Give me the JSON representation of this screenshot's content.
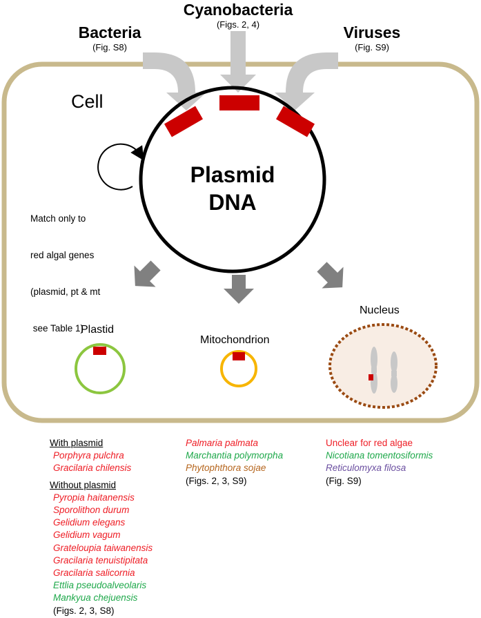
{
  "sources": {
    "bacteria": {
      "name": "Bacteria",
      "ref": "(Fig. S8)"
    },
    "cyanobacteria": {
      "name": "Cyanobacteria",
      "ref": "(Figs. 2, 4)"
    },
    "viruses": {
      "name": "Viruses",
      "ref": "(Fig. S9)"
    }
  },
  "cell_label": "Cell",
  "plasmid": {
    "line1": "Plasmid",
    "line2": "DNA"
  },
  "match_note": [
    "Match only to",
    "red algal genes",
    "(plasmid, pt & mt",
    " see Table 1)"
  ],
  "organelles": {
    "plastid": "Plastid",
    "mitochondrion": "Mitochondrion",
    "nucleus": "Nucleus"
  },
  "plastid_list": {
    "with_header": "With plasmid",
    "with_species": [
      {
        "name": "Porphyra pulchra",
        "color": "#ee1c24"
      },
      {
        "name": "Gracilaria chilensis",
        "color": "#ee1c24"
      }
    ],
    "without_header": "Without plasmid",
    "without_species": [
      {
        "name": "Pyropia haitanensis",
        "color": "#ee1c24"
      },
      {
        "name": "Sporolithon durum",
        "color": "#ee1c24"
      },
      {
        "name": "Gelidium elegans",
        "color": "#ee1c24"
      },
      {
        "name": "Gelidium vagum",
        "color": "#ee1c24"
      },
      {
        "name": "Grateloupia taiwanensis",
        "color": "#ee1c24"
      },
      {
        "name": "Gracilaria tenuistipitata",
        "color": "#ee1c24"
      },
      {
        "name": "Gracilaria salicornia",
        "color": "#ee1c24"
      },
      {
        "name": "Ettlia pseudoalveolaris",
        "color": "#1ea84a"
      },
      {
        "name": "Mankyua chejuensis",
        "color": "#1ea84a"
      }
    ],
    "ref": "(Figs. 2, 3, S8)"
  },
  "mito_list": {
    "species": [
      {
        "name": "Palmaria palmata",
        "color": "#ee1c24"
      },
      {
        "name": "Marchantia polymorpha",
        "color": "#1ea84a"
      },
      {
        "name": "Phytophthora sojae",
        "color": "#b5651d"
      }
    ],
    "ref": "(Figs. 2, 3, S9)"
  },
  "nucleus_list": {
    "header": "Unclear for red algae",
    "header_color": "#ee1c24",
    "species": [
      {
        "name": "Nicotiana tomentosiformis",
        "color": "#1ea84a"
      },
      {
        "name": "Reticulomyxa filosa",
        "color": "#6b4fa0"
      }
    ],
    "ref": "(Fig. S9)"
  },
  "colors": {
    "cell_border": "#c8b98c",
    "insert_red": "#cc0000",
    "inflow_arrow": "#c8c8c8",
    "outflow_arrow": "#808080",
    "plastid_ring": "#8cc63f",
    "mito_ring": "#f7b500",
    "nucleus_border": "#9a4a12",
    "nucleus_fill": "#f8ede4"
  }
}
